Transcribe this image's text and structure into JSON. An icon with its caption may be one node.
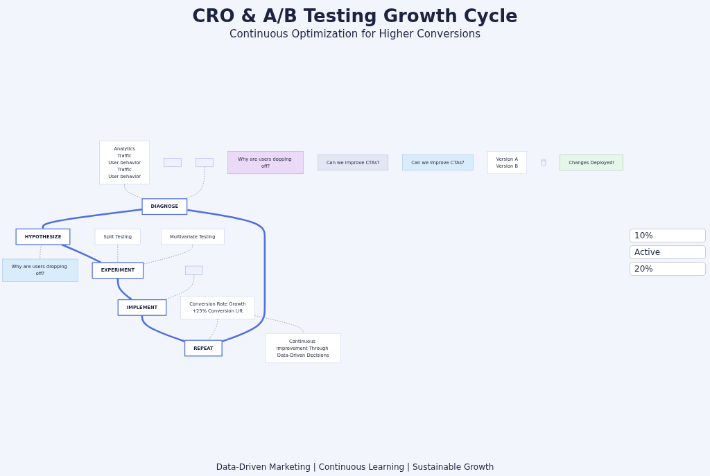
{
  "diagram": {
    "title": "CRO & A/B Testing Growth Cycle",
    "caption": "Data-Driven Marketing | Continuous Learning | Sustainable Growth",
    "nodes": [
      {
        "text": [
          "Analytics",
          "Traffic",
          "User behavior",
          "Traffic",
          "User behavior"
        ]
      },
      {
        "text": [],
        "shape": "box"
      },
      {
        "text": [
          "DIAGNOSE"
        ]
      },
      {
        "text": [],
        "shape": "box"
      },
      {
        "text": [
          "Conversion Rate Growth",
          "+25% Conversion Lift"
        ]
      },
      {
        "text": [
          "Why are users dropping off?"
        ]
      },
      {
        "text": [
          "REPEAT"
        ]
      },
      {
        "text": [
          "HYPOTHESIZE"
        ]
      },
      {
        "text": [
          "Why are users dopping off?"
        ]
      },
      {
        "text": [
          "Can we improve CTAs?"
        ]
      },
      {
        "text": [
          "Can we improve CTAs?"
        ]
      },
      {
        "text": [
          "Continuous Improvement Through Data-Driven Decisions"
        ]
      },
      {
        "text": [
          "Split Testing"
        ]
      },
      {
        "text": [
          "Version A",
          "Version B"
        ]
      },
      {
        "text": [],
        "shape": "box"
      },
      {
        "text": [
          "IMPLEMENT"
        ]
      },
      {
        "text": [
          "EXPERIMENT"
        ]
      },
      {
        "text": [
          "Multivariate Testing"
        ]
      },
      {
        "text": [],
        "shape": "cylinder"
      },
      {
        "text": [
          "Changes Deployed!"
        ]
      }
    ],
    "edges": [
      {
        "from": 2,
        "to": 7,
        "arrow": "to",
        "style": "thick",
        "color": "#4f6fe0"
      },
      {
        "from": 7,
        "to": 16,
        "arrow": "to",
        "style": "thick",
        "color": "#4f6fe0"
      },
      {
        "from": 16,
        "to": 15,
        "arrow": "to",
        "style": "thick",
        "color": "#4f6fe0"
      },
      {
        "from": 15,
        "to": 6,
        "arrow": "to",
        "style": "thick",
        "color": "#4f6fe0"
      },
      {
        "from": 6,
        "to": 2,
        "arrow": "to",
        "style": "thick",
        "color": "#4f6fe0"
      },
      {
        "from": 0,
        "to": 2,
        "arrow": "none",
        "style": "dashed"
      },
      {
        "from": 3,
        "to": 2,
        "arrow": "none",
        "style": "dashed"
      },
      {
        "from": 7,
        "to": 5,
        "arrow": "none",
        "style": "dashed"
      },
      {
        "from": 4,
        "to": 6,
        "arrow": "none",
        "style": "dashed"
      },
      {
        "from": 4,
        "to": 11,
        "arrow": "none",
        "style": "dashed"
      },
      {
        "from": 12,
        "to": 16,
        "arrow": "none",
        "style": "dashed"
      },
      {
        "from": 17,
        "to": 16,
        "arrow": "none",
        "style": "dashed"
      },
      {
        "from": 14,
        "to": 15,
        "arrow": "none",
        "style": "dashed"
      }
    ],
    "labels": [
      "Continuous Optimization for Higher Conversions",
      "10%",
      "Active",
      "20%"
    ]
  }
}
